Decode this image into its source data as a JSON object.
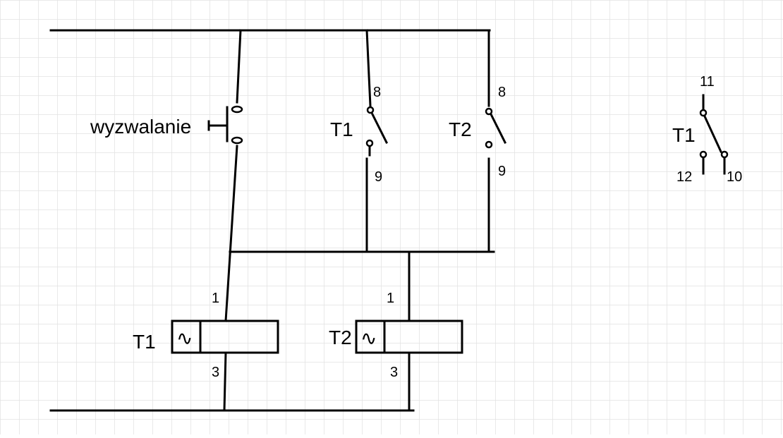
{
  "trigger_label": "wyzwalanie",
  "contacts": {
    "t1": {
      "label": "T1",
      "top_pin": "8",
      "bottom_pin": "9"
    },
    "t2": {
      "label": "T2",
      "top_pin": "8",
      "bottom_pin": "9"
    }
  },
  "timers": {
    "t1": {
      "label": "T1",
      "pin_top": "1",
      "pin_bottom": "3",
      "symbol": "∿"
    },
    "t2": {
      "label": "T2",
      "pin_top": "1",
      "pin_bottom": "3",
      "symbol": "∿"
    }
  },
  "legend": {
    "label": "T1",
    "common_pin": "11",
    "nc_pin": "12",
    "no_pin": "10"
  },
  "colors": {
    "line": "#000000",
    "grid": "#e2e2e2",
    "background": "#ffffff"
  }
}
